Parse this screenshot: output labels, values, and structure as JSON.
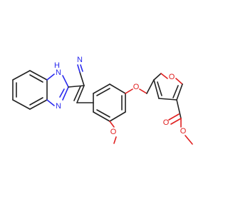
{
  "structure": {
    "atom_labels": {
      "benzimidazole_nh": "H",
      "benzimidazole_n1": "N",
      "benzimidazole_n2": "N",
      "nitrile_n": "N",
      "ether_o": "O",
      "methoxy_o": "O",
      "furan_o": "O",
      "ester_o_double": "O",
      "ester_o_single": "O"
    }
  },
  "colors": {
    "bond": "#222222",
    "nitrogen": "#2a2aee",
    "oxygen": "#e02020"
  }
}
